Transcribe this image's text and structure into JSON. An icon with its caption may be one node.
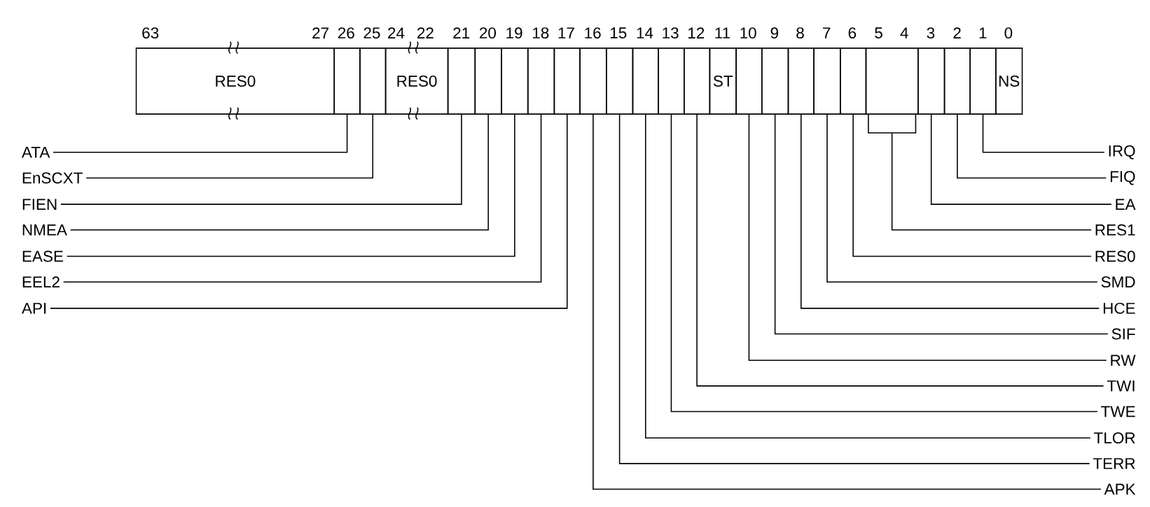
{
  "diagram": {
    "nodes": [
      {
        "text": [
          "RES0"
        ]
      },
      {
        "text": [],
        "shape": "box"
      },
      {
        "text": [],
        "shape": "box"
      },
      {
        "text": [
          "RES0"
        ]
      },
      {
        "text": [],
        "shape": "box"
      },
      {
        "text": [],
        "shape": "box"
      },
      {
        "text": [],
        "shape": "box"
      },
      {
        "text": [],
        "shape": "box"
      },
      {
        "text": [],
        "shape": "box"
      },
      {
        "text": [],
        "shape": "box"
      },
      {
        "text": [],
        "shape": "box"
      },
      {
        "text": [],
        "shape": "box"
      },
      {
        "text": [],
        "shape": "box"
      },
      {
        "text": [],
        "shape": "box"
      },
      {
        "text": [
          "ST"
        ]
      },
      {
        "text": [],
        "shape": "box"
      },
      {
        "text": [],
        "shape": "box"
      },
      {
        "text": [],
        "shape": "box"
      },
      {
        "text": [],
        "shape": "box"
      },
      {
        "text": [],
        "shape": "box"
      },
      {
        "text": [],
        "shape": "box"
      },
      {
        "text": [],
        "shape": "box"
      },
      {
        "text": [],
        "shape": "box"
      },
      {
        "text": [],
        "shape": "box"
      },
      {
        "text": [
          "NS"
        ]
      },
      {
        "text": [
          "ATA"
        ]
      },
      {
        "text": [
          "EnSCXT"
        ]
      },
      {
        "text": [
          "FIEN"
        ]
      },
      {
        "text": [
          "NMEA"
        ]
      },
      {
        "text": [
          "EASE"
        ]
      },
      {
        "text": [
          "EEL2"
        ]
      },
      {
        "text": [
          "API"
        ]
      },
      {
        "text": [
          "IRQ"
        ]
      },
      {
        "text": [
          "FIQ"
        ]
      },
      {
        "text": [
          "EA"
        ]
      },
      {
        "text": [
          "RES1"
        ]
      },
      {
        "text": [
          "RES0"
        ]
      },
      {
        "text": [
          "SMD"
        ]
      },
      {
        "text": [
          "HCE"
        ]
      },
      {
        "text": [
          "SIF"
        ]
      },
      {
        "text": [
          "RW"
        ]
      },
      {
        "text": [
          "TWI"
        ]
      },
      {
        "text": [
          "TWE"
        ]
      },
      {
        "text": [
          "TLOR"
        ]
      },
      {
        "text": [
          "TERR"
        ]
      },
      {
        "text": [
          "APK"
        ]
      }
    ],
    "edges": [
      {
        "from": 25,
        "to": 1,
        "arrow": "none"
      },
      {
        "from": 26,
        "to": 2,
        "arrow": "none"
      },
      {
        "from": 27,
        "to": 4,
        "arrow": "none"
      },
      {
        "from": 28,
        "to": 5,
        "arrow": "none"
      },
      {
        "from": 29,
        "to": 6,
        "arrow": "none"
      },
      {
        "from": 30,
        "to": 7,
        "arrow": "none"
      },
      {
        "from": 31,
        "to": 8,
        "arrow": "none"
      },
      {
        "from": 32,
        "to": 23,
        "arrow": "none"
      },
      {
        "from": 33,
        "to": 22,
        "arrow": "none"
      },
      {
        "from": 34,
        "to": 21,
        "arrow": "none"
      },
      {
        "from": 35,
        "to": 20,
        "arrow": "none"
      },
      {
        "from": 36,
        "to": 19,
        "arrow": "none"
      },
      {
        "from": 37,
        "to": 18,
        "arrow": "none"
      },
      {
        "from": 38,
        "to": 17,
        "arrow": "none"
      },
      {
        "from": 39,
        "to": 16,
        "arrow": "none"
      },
      {
        "from": 40,
        "to": 15,
        "arrow": "none"
      },
      {
        "from": 41,
        "to": 13,
        "arrow": "none"
      },
      {
        "from": 42,
        "to": 12,
        "arrow": "none"
      },
      {
        "from": 43,
        "to": 11,
        "arrow": "none"
      },
      {
        "from": 44,
        "to": 10,
        "arrow": "none"
      },
      {
        "from": 45,
        "to": 9,
        "arrow": "none"
      }
    ],
    "labels": [
      "63",
      "27",
      "26",
      "25",
      "24",
      "22",
      "21",
      "20",
      "19",
      "18",
      "17",
      "16",
      "15",
      "14",
      "13",
      "12",
      "11",
      "10",
      "9",
      "8",
      "7",
      "6",
      "5",
      "4",
      "3",
      "2",
      "1",
      "0"
    ]
  }
}
